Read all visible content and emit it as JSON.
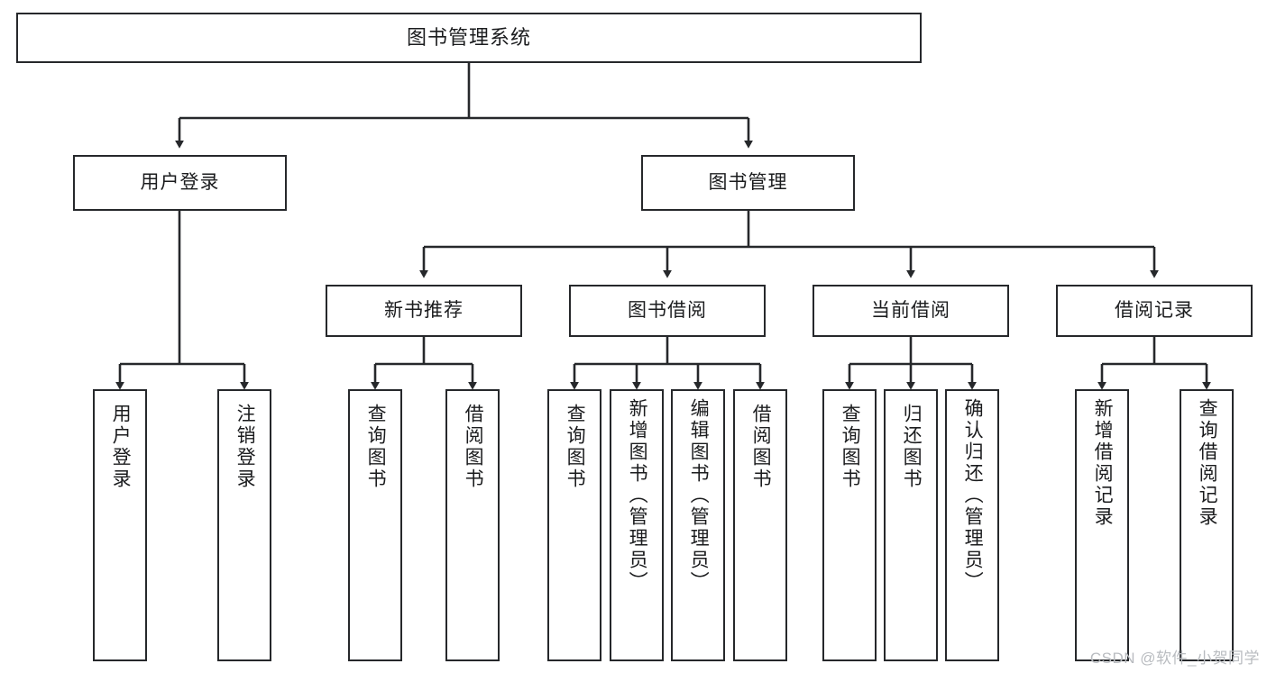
{
  "diagram": {
    "type": "tree-hierarchy",
    "title": "图书管理系统",
    "watermark": "CSDN @软件_小贺同学",
    "colors": {
      "stroke": "#26282b",
      "fill": "#ffffff",
      "text": "#1b1c1e",
      "watermark": "#b9bcc0"
    },
    "nodes": {
      "root": {
        "label": "图书管理系统",
        "level": 1
      },
      "level2": [
        {
          "label": "用户登录",
          "level": 2
        },
        {
          "label": "图书管理",
          "level": 2
        }
      ],
      "level3": [
        {
          "label": "新书推荐",
          "level": 3
        },
        {
          "label": "图书借阅",
          "level": 3
        },
        {
          "label": "当前借阅",
          "level": 3
        },
        {
          "label": "借阅记录",
          "level": 3
        }
      ],
      "leaves": {
        "user_login": [
          {
            "label": "用户登录"
          },
          {
            "label": "注销登录"
          }
        ],
        "new_book": [
          {
            "label": "查询图书"
          },
          {
            "label": "借阅图书"
          }
        ],
        "book_borrow": [
          {
            "label": "查询图书"
          },
          {
            "label": "新增图书（管理员）"
          },
          {
            "label": "编辑图书（管理员）"
          },
          {
            "label": "借阅图书"
          }
        ],
        "current_borrow": [
          {
            "label": "查询图书"
          },
          {
            "label": "归还图书"
          },
          {
            "label": "确认归还（管理员）"
          }
        ],
        "borrow_record": [
          {
            "label": "新增借阅记录"
          },
          {
            "label": "查询借阅记录"
          }
        ]
      }
    }
  }
}
